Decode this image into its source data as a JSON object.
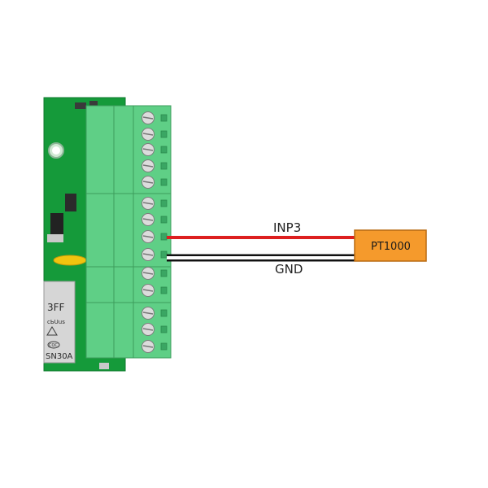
{
  "wires": {
    "signal_label": "INP3",
    "ground_label": "GND"
  },
  "sensor": {
    "label": "PT1000"
  },
  "relay": {
    "line1": "3FF",
    "line2": "cЬUus",
    "line3": "CQC",
    "line4": "SN30A"
  },
  "colors": {
    "pcb": "#159a3a",
    "terminal": "#5fcf86",
    "signal_wire": "#dd1f1f",
    "ground_wire": "#111111",
    "sensor_fill": "#f59a2c"
  }
}
